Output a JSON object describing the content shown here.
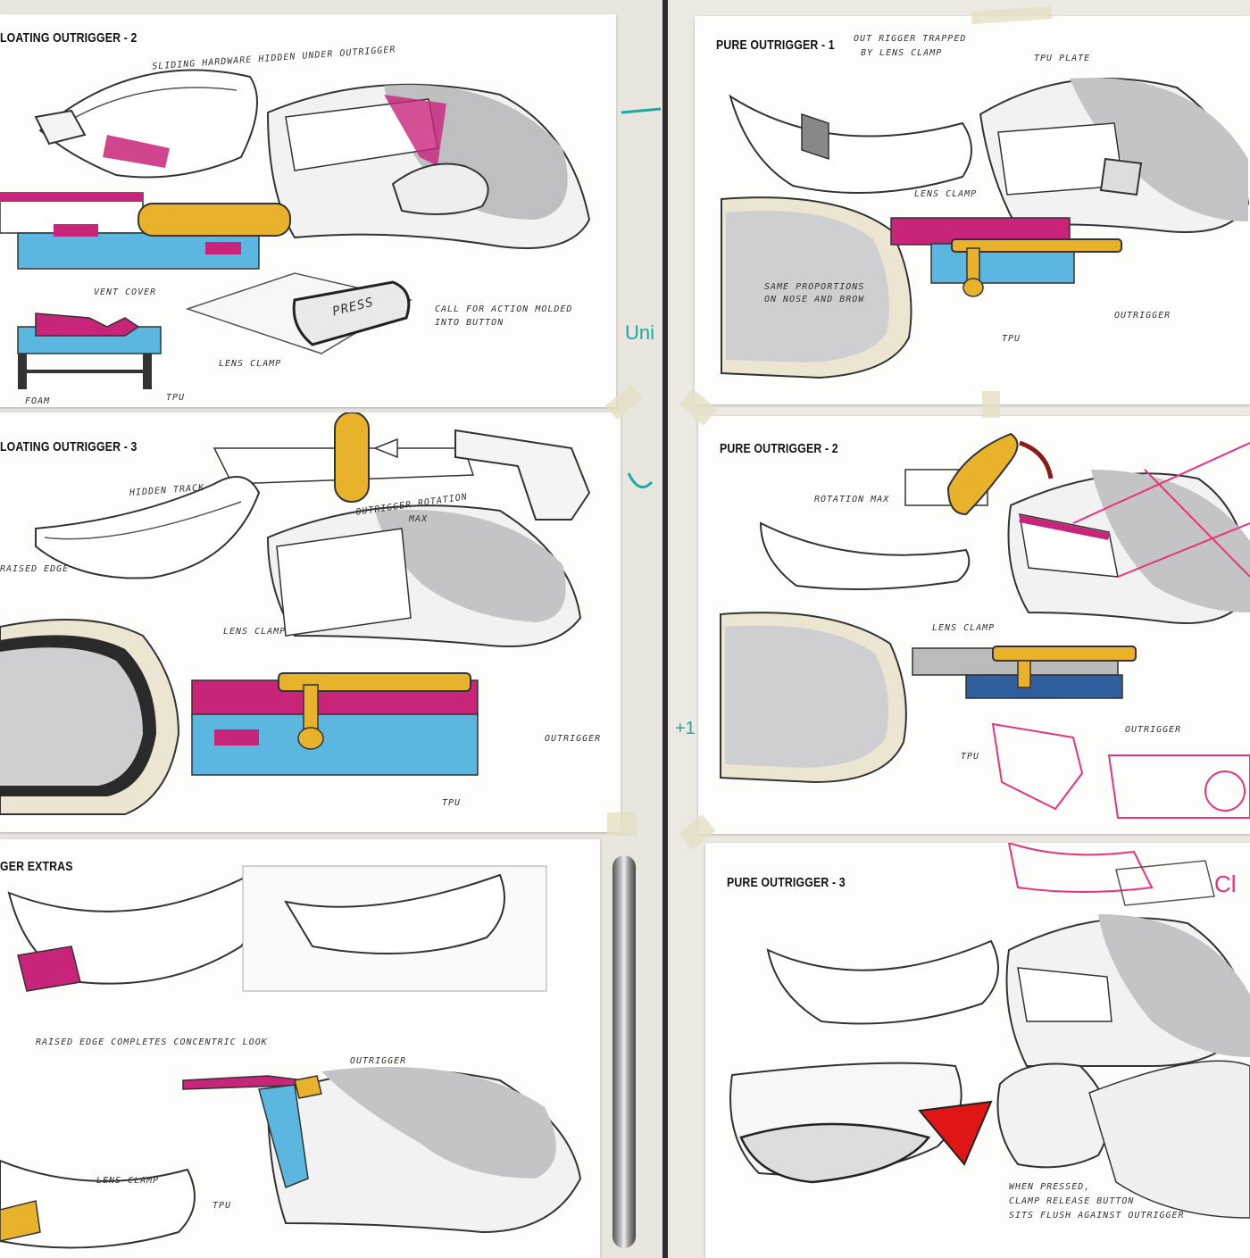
{
  "sheets": {
    "floating2": {
      "title": "LOATING OUTRIGGER - 2",
      "notes": {
        "sliding": "SLIDING HARDWARE HIDDEN UNDER OUTRIGGER",
        "vent_cover": "VENT COVER",
        "call_action_1": "CALL FOR ACTION MOLDED",
        "call_action_2": "INTO BUTTON",
        "press": "PRESS",
        "lens_clamp": "LENS CLAMP",
        "foam": "FOAM",
        "tpu": "TPU"
      }
    },
    "floating3": {
      "title": "LOATING OUTRIGGER - 3",
      "notes": {
        "hidden_track": "HIDDEN TRACK",
        "rotation_1": "OUTRIGGER ROTATION",
        "rotation_2": "MAX",
        "raised_edge": "RAISED EDGE",
        "lens_clamp": "LENS CLAMP",
        "outrigger": "OUTRIGGER",
        "tpu": "TPU"
      }
    },
    "extras": {
      "title": "GER EXTRAS",
      "notes": {
        "raised_edge": "RAISED EDGE COMPLETES CONCENTRIC LOOK",
        "outrigger": "OUTRIGGER",
        "lens_clamp": "LENS CLAMP",
        "tpu": "TPU"
      }
    },
    "pure1": {
      "title": "PURE OUTRIGGER - 1",
      "notes": {
        "trapped_1": "OUT RIGGER TRAPPED",
        "trapped_2": "BY LENS CLAMP",
        "tpu_plate": "TPU PLATE",
        "lens_clamp": "LENS CLAMP",
        "same_1": "SAME PROPORTIONS",
        "same_2": "ON NOSE AND BROW",
        "outrigger": "OUTRIGGER",
        "tpu": "TPU"
      }
    },
    "pure2": {
      "title": "PURE OUTRIGGER - 2",
      "notes": {
        "rotation_max": "ROTATION MAX",
        "lens_clamp": "LENS CLAMP",
        "outrigger": "OUTRIGGER",
        "tpu": "TPU"
      }
    },
    "pure3": {
      "title": "PURE OUTRIGGER - 3",
      "notes": {
        "pressed_1": "WHEN PRESSED,",
        "pressed_2": "CLAMP RELEASE BUTTON",
        "pressed_3": "SITS FLUSH AGAINST OUTRIGGER"
      }
    }
  },
  "board_marks": {
    "m1": "Uni",
    "m2": "+1"
  },
  "colors": {
    "magenta": "#c8247a",
    "cyan": "#5bb7e0",
    "yellow": "#e8b22a",
    "red": "#e01515",
    "pink_pen": "#e8347e",
    "ink": "#2a2a2a"
  }
}
